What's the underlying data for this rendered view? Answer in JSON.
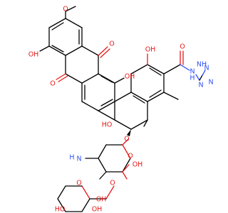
{
  "structure": {
    "atom_labels": {
      "methoxy_o": "O",
      "ring_a_oh": "OH",
      "quinone_o_top": "O",
      "quinone_o_bottom": "O",
      "peri_oh": "OH",
      "phenol_oh": "OH",
      "amide_o": "O",
      "amide_nh": "N",
      "amide_h": "H",
      "tetrazole_n1": "N",
      "tetrazole_n2": "N",
      "tetrazole_n3": "N",
      "tetrazole_nh": "NH",
      "ring_oh": "HO",
      "glycoside_o": "O",
      "sugar_ring_o": "O",
      "sugar_oh": "OH",
      "amine_h": "H",
      "amine_n": "N",
      "sugar_link_o": "O",
      "xylose_ring_o": "O",
      "xylose_oh_c2": "OH",
      "xylose_oh_c3": "OH",
      "xylose_ho_c4": "HO"
    }
  }
}
